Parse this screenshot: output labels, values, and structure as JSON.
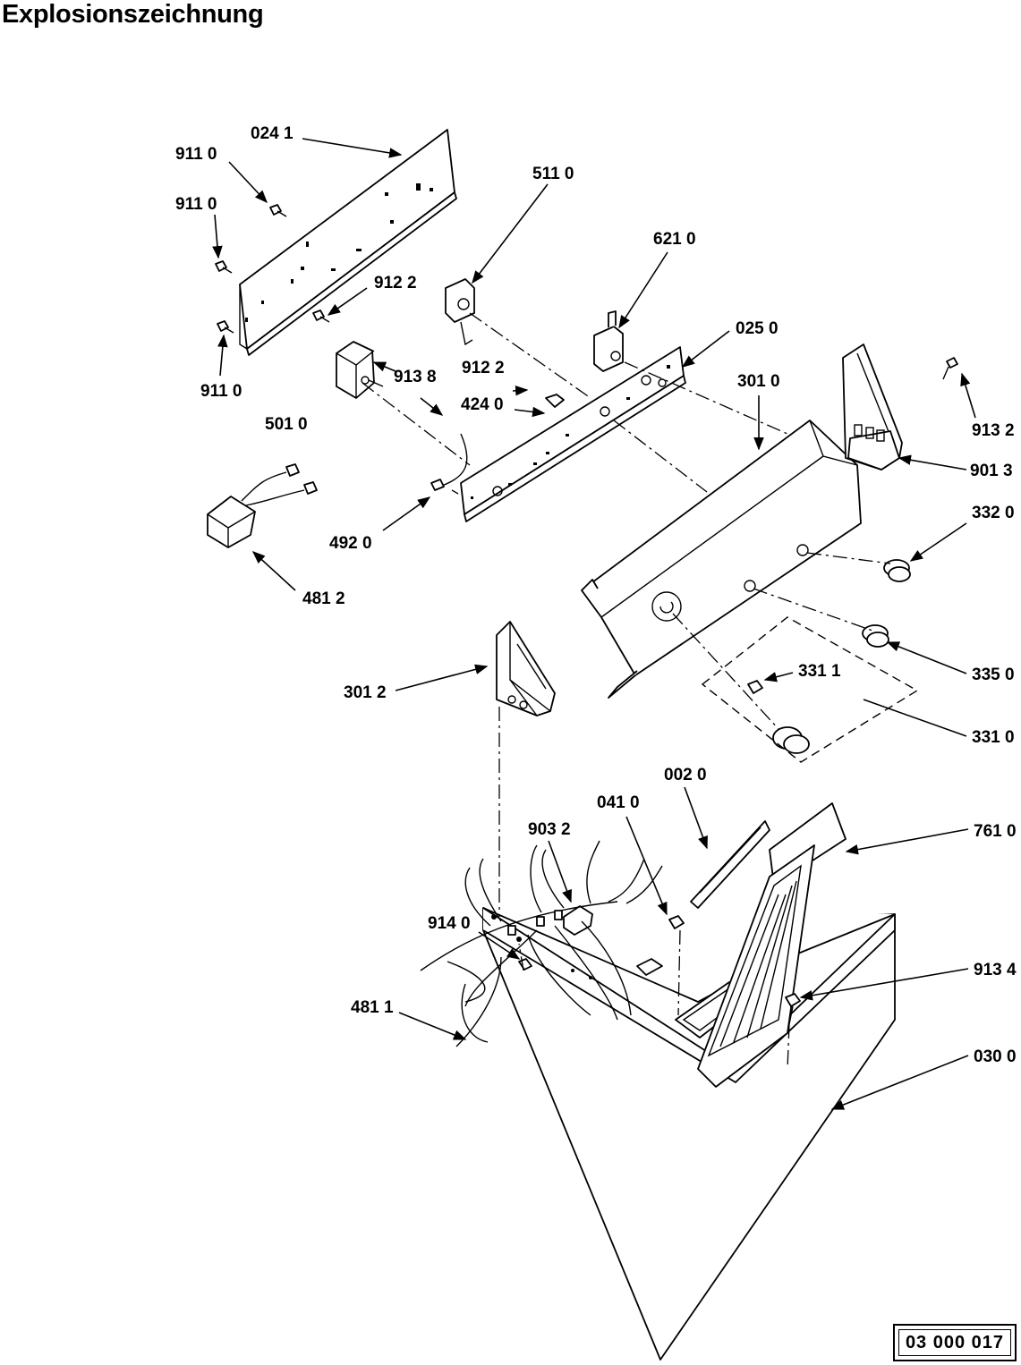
{
  "title": "Explosionszeichnung",
  "document_number": "03 000 017",
  "part_labels": {
    "p0241": "024 1",
    "p9110a": "911 0",
    "p9110b": "911 0",
    "p9110c": "911 0",
    "p5110": "511 0",
    "p6210": "621 0",
    "p9122a": "912 2",
    "p9122b": "912 2",
    "p0250": "025 0",
    "p9138": "913 8",
    "p5010": "501 0",
    "p4240": "424 0",
    "p3010": "301 0",
    "p9132": "913 2",
    "p9013": "901 3",
    "p4920": "492 0",
    "p4812": "481 2",
    "p3320": "332 0",
    "p3012": "301 2",
    "p3311": "331 1",
    "p3350": "335 0",
    "p3310": "331 0",
    "p0020": "002 0",
    "p9032": "903 2",
    "p0410": "041 0",
    "p7610": "761 0",
    "p9140": "914 0",
    "p9134": "913 4",
    "p4811": "481 1",
    "p0300": "030 0"
  }
}
